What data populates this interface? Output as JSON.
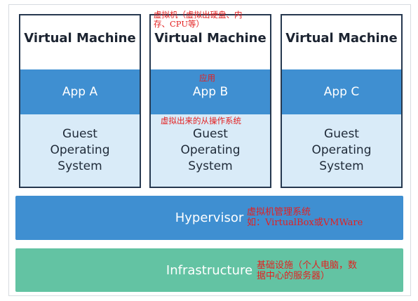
{
  "vms": [
    {
      "title": "Virtual Machine",
      "app": "App A",
      "os": [
        "Guest",
        "Operating",
        "System"
      ]
    },
    {
      "title": "Virtual Machine",
      "app": "App B",
      "os": [
        "Guest",
        "Operating",
        "System"
      ]
    },
    {
      "title": "Virtual Machine",
      "app": "App C",
      "os": [
        "Guest",
        "Operating",
        "System"
      ]
    }
  ],
  "hypervisor": {
    "label": "Hypervisor"
  },
  "infrastructure": {
    "label": "Infrastructure"
  },
  "annotations": {
    "vm": [
      "虚拟机（虚拟出硬盘、内",
      "存、CPU等）"
    ],
    "app": "应用",
    "guest_os": "虚拟出来的从操作系统",
    "hypervisor": [
      "虚拟机管理系统",
      "如：VirtualBox或VMWare"
    ],
    "infrastructure": [
      "基础设施（个人电脑，数",
      "据中心的服务器）"
    ]
  },
  "colors": {
    "border": "#26384f",
    "app_blue": "#3f8fd1",
    "os_light": "#d9ebf8",
    "infra_green": "#63c3a3",
    "annotation_red": "#e32020"
  }
}
